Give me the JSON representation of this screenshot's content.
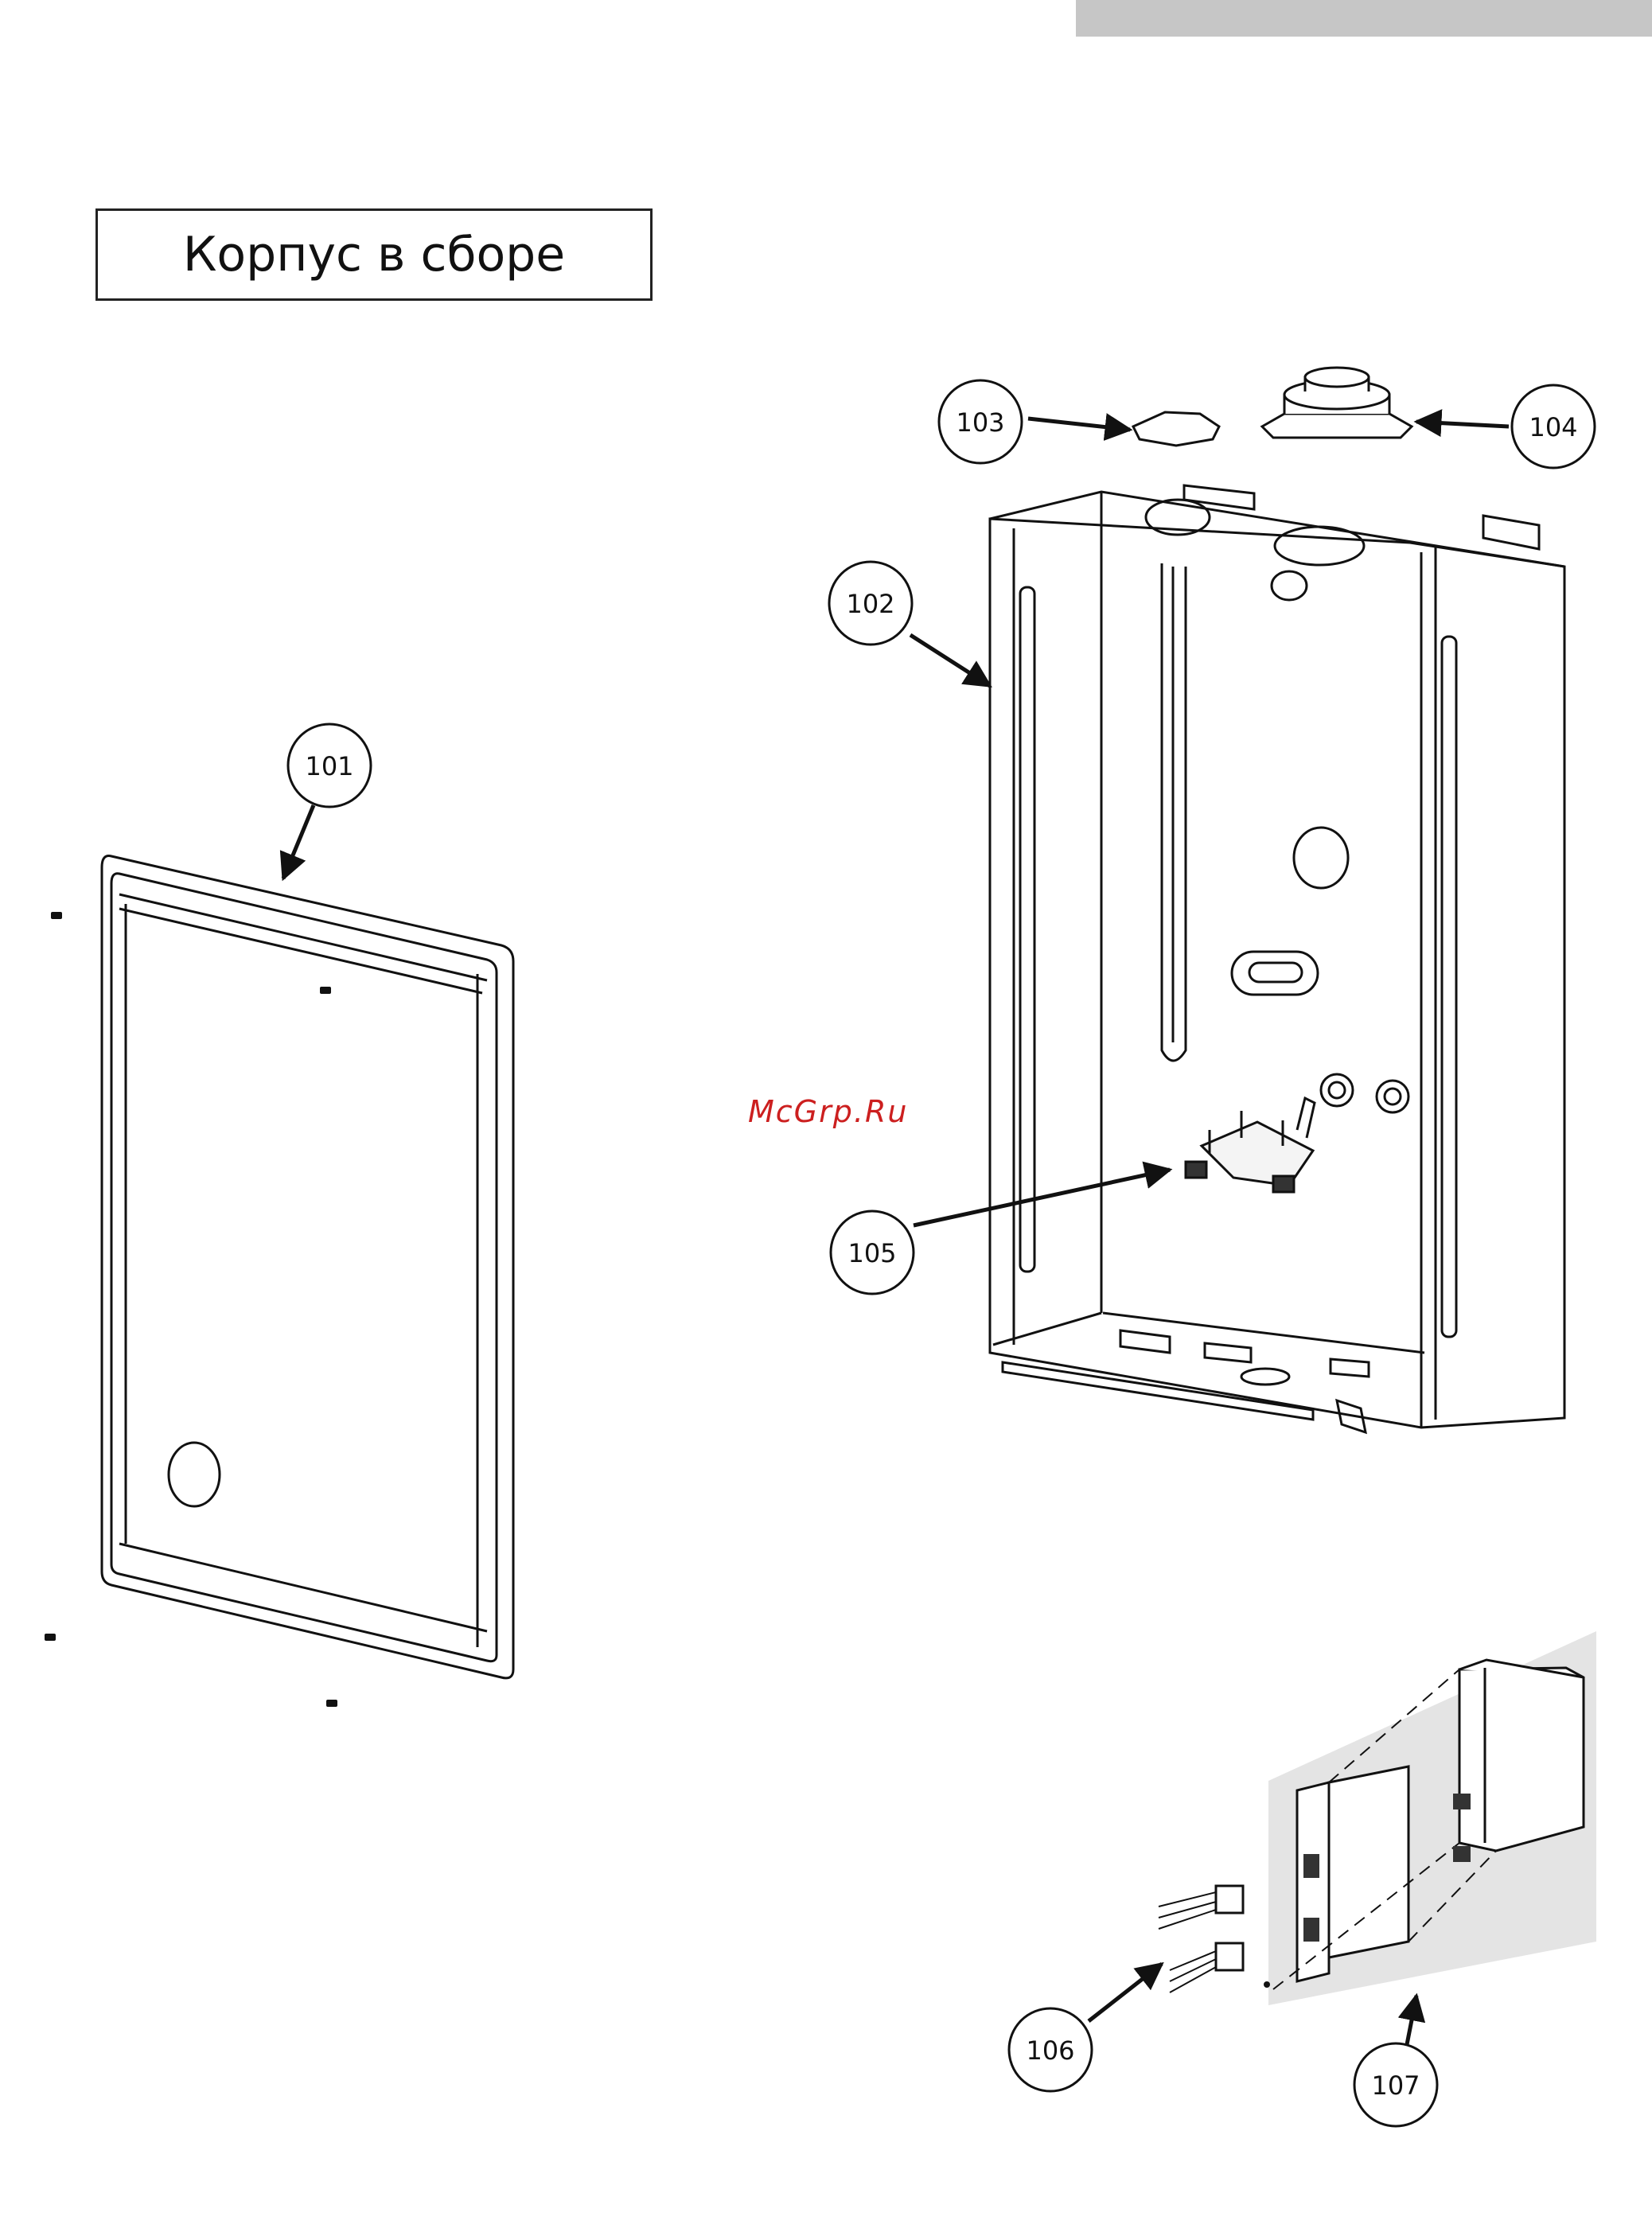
{
  "title": "Корпус в сборе",
  "watermark": "McGrp.Ru",
  "callouts": [
    {
      "id": "101",
      "label": "101"
    },
    {
      "id": "102",
      "label": "102"
    },
    {
      "id": "103",
      "label": "103"
    },
    {
      "id": "104",
      "label": "104"
    },
    {
      "id": "105",
      "label": "105"
    },
    {
      "id": "106",
      "label": "106"
    },
    {
      "id": "107",
      "label": "107"
    }
  ],
  "colors": {
    "line": "#111111",
    "panel_fill": "#ffffff",
    "module_bg": "#e4e4e4",
    "watermark": "#cc1f1f",
    "top_bar": "#c6c6c6"
  }
}
